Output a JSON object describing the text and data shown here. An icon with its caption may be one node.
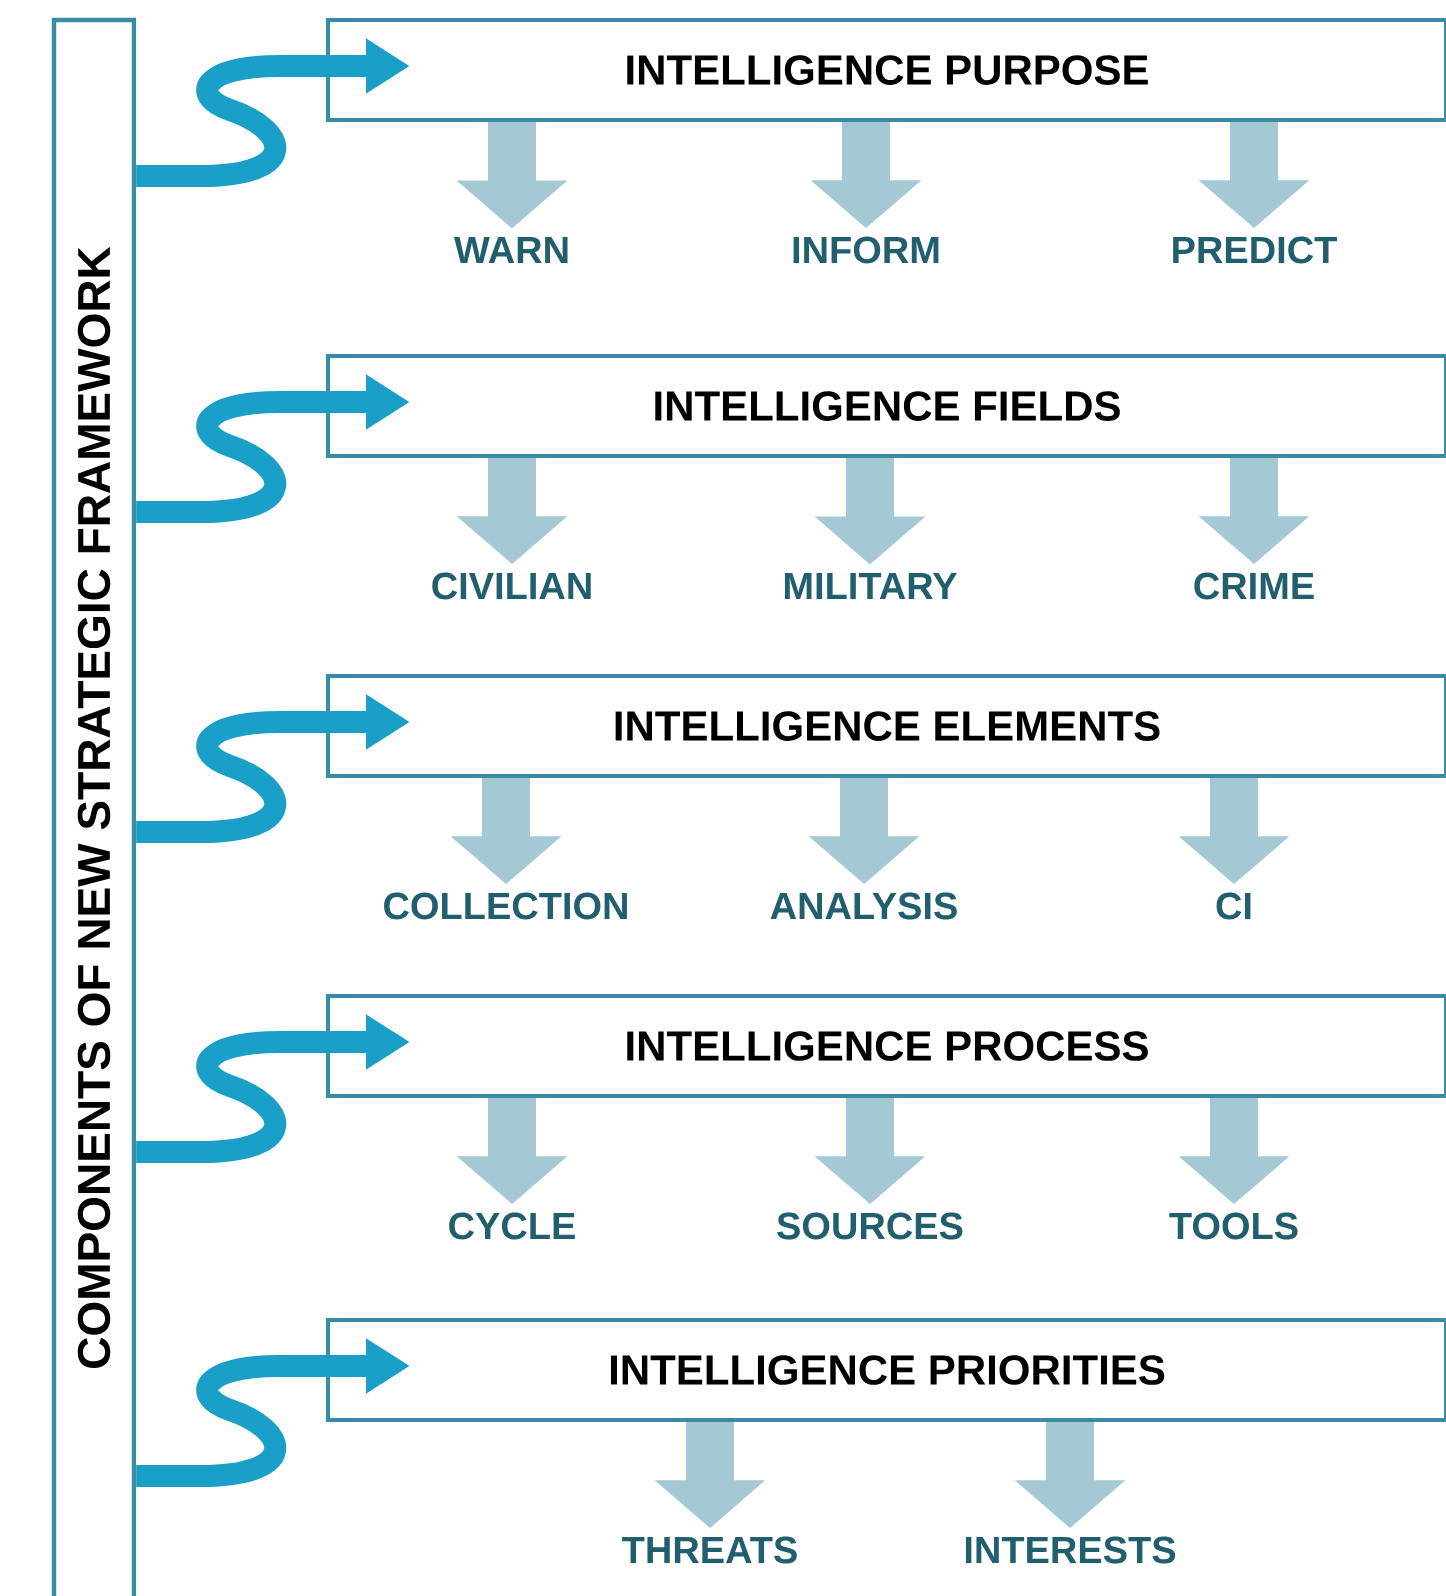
{
  "diagram": {
    "nodes": [
      {
        "text": [
          "COMPONENTS OF NEW STRATEGIC FRAMEWORK"
        ]
      },
      {
        "text": [
          "INTELLIGENCE PURPOSE"
        ]
      },
      {
        "text": [
          "WARN"
        ]
      },
      {
        "text": [
          "INFORM"
        ]
      },
      {
        "text": [
          "PREDICT"
        ]
      },
      {
        "text": [
          "INTELLIGENCE FIELDS"
        ]
      },
      {
        "text": [
          "CIVILIAN"
        ]
      },
      {
        "text": [
          "MILITARY"
        ]
      },
      {
        "text": [
          "CRIME"
        ]
      },
      {
        "text": [
          "INTELLIGENCE ELEMENTS"
        ]
      },
      {
        "text": [
          "COLLECTION"
        ]
      },
      {
        "text": [
          "ANALYSIS"
        ]
      },
      {
        "text": [
          "CI"
        ]
      },
      {
        "text": [
          "INTELLIGENCE PROCESS"
        ]
      },
      {
        "text": [
          "CYCLE"
        ]
      },
      {
        "text": [
          "SOURCES"
        ]
      },
      {
        "text": [
          "TOOLS"
        ]
      },
      {
        "text": [
          "INTELLIGENCE PRIORITIES"
        ]
      },
      {
        "text": [
          "THREATS"
        ]
      },
      {
        "text": [
          "INTERESTS"
        ]
      }
    ],
    "edges": [
      {
        "from": 0,
        "to": 1,
        "arrow": "to",
        "color": "#1aa0c8"
      },
      {
        "from": 1,
        "to": 2,
        "arrow": "to"
      },
      {
        "from": 1,
        "to": 3,
        "arrow": "to"
      },
      {
        "from": 1,
        "to": 4,
        "arrow": "to"
      },
      {
        "from": 0,
        "to": 5,
        "arrow": "to",
        "color": "#1aa0c8"
      },
      {
        "from": 5,
        "to": 6,
        "arrow": "to"
      },
      {
        "from": 5,
        "to": 7,
        "arrow": "to"
      },
      {
        "from": 5,
        "to": 8,
        "arrow": "to"
      },
      {
        "from": 0,
        "to": 9,
        "arrow": "to",
        "color": "#1aa0c8"
      },
      {
        "from": 9,
        "to": 10,
        "arrow": "to"
      },
      {
        "from": 9,
        "to": 11,
        "arrow": "to"
      },
      {
        "from": 9,
        "to": 12,
        "arrow": "to"
      },
      {
        "from": 0,
        "to": 13,
        "arrow": "to",
        "color": "#1aa0c8"
      },
      {
        "from": 13,
        "to": 14,
        "arrow": "to"
      },
      {
        "from": 13,
        "to": 15,
        "arrow": "to"
      },
      {
        "from": 13,
        "to": 16,
        "arrow": "to"
      },
      {
        "from": 0,
        "to": 17,
        "arrow": "to",
        "color": "#1aa0c8"
      },
      {
        "from": 17,
        "to": 18,
        "arrow": "to"
      },
      {
        "from": 17,
        "to": 19,
        "arrow": "to"
      }
    ]
  }
}
